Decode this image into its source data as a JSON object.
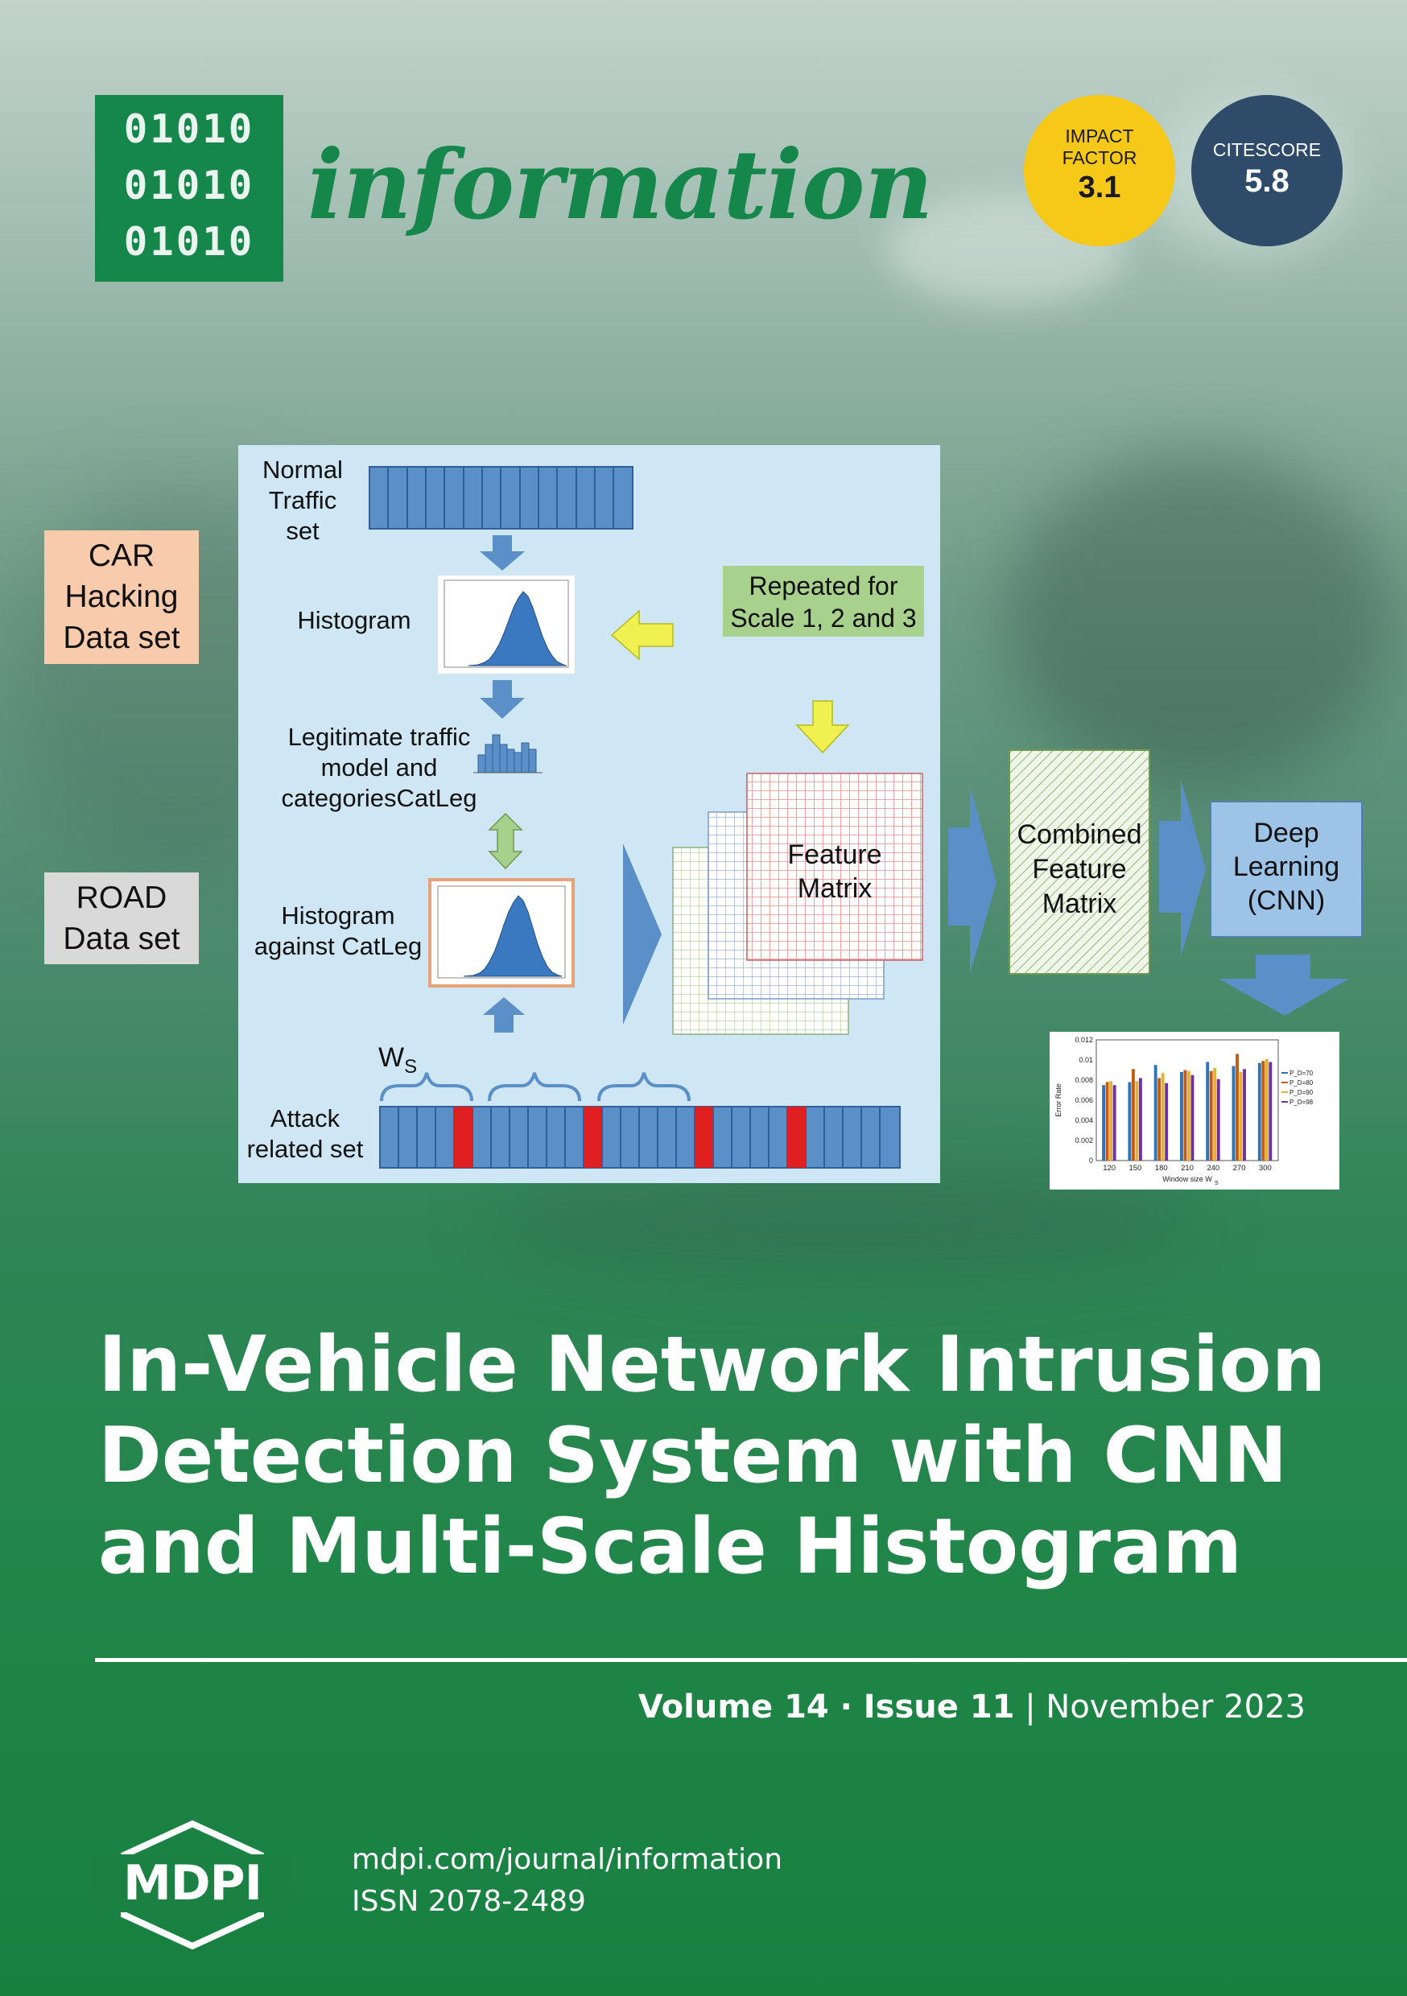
{
  "journal": {
    "logo_bits": [
      "01010",
      "01010",
      "01010"
    ],
    "name": "information"
  },
  "badges": {
    "impact_factor": {
      "label_line1": "IMPACT",
      "label_line2": "FACTOR",
      "value": "3.1",
      "color": "#f6c818"
    },
    "citescore": {
      "label": "CITESCORE",
      "value": "5.8",
      "color": "#2f4b6a"
    }
  },
  "figure": {
    "datasets": {
      "car": [
        "CAR",
        "Hacking",
        "Data set"
      ],
      "road": [
        "ROAD",
        "Data set"
      ]
    },
    "labels": {
      "normal_traffic": [
        "Normal",
        "Traffic",
        "set"
      ],
      "histogram": "Histogram",
      "legit_model": [
        "Legitimate traffic",
        "model and",
        "categoriesCatLeg"
      ],
      "histogram_against": [
        "Histogram",
        "against CatLeg"
      ],
      "ws": "W",
      "ws_sub": "S",
      "attack": [
        "Attack",
        "related set"
      ],
      "repeated": [
        "Repeated  for",
        "Scale 1, 2 and 3"
      ],
      "feature_matrix": [
        "Feature",
        "Matrix"
      ],
      "combined": [
        "Combined",
        "Feature",
        "Matrix"
      ],
      "deep": [
        "Deep",
        "Learning",
        "(CNN)"
      ]
    },
    "colors": {
      "panel": "#cfe7f4",
      "blue_arrow": "#5b8fc7",
      "yellow_arrow": "#f0f050",
      "green_arrow": "#a8d08d",
      "attack_red": "#e02020",
      "car_box": "#f8cbad",
      "road_box": "#d9d9d9",
      "repeated_box": "#a9d18e",
      "deep_box": "#9dc3e6"
    }
  },
  "chart_data": {
    "type": "bar",
    "ylabel": "Error Rate",
    "xlabel": "Window size W",
    "xlabel_sub": "S",
    "y_ticks": [
      "0",
      "0.002",
      "0.004",
      "0.006",
      "0.008",
      "0.01",
      "0.012"
    ],
    "ylim": [
      0,
      0.012
    ],
    "categories": [
      "120",
      "150",
      "180",
      "210",
      "240",
      "270",
      "300"
    ],
    "series": [
      {
        "name": "P_D=70",
        "color": "#2e75b6",
        "values": [
          0.0075,
          0.0078,
          0.0095,
          0.0088,
          0.0098,
          0.0094,
          0.0097
        ]
      },
      {
        "name": "P_D=80",
        "color": "#c55a11",
        "values": [
          0.0078,
          0.0091,
          0.0082,
          0.009,
          0.0089,
          0.0106,
          0.0099
        ]
      },
      {
        "name": "P_D=90",
        "color": "#e0b23a",
        "values": [
          0.0079,
          0.0079,
          0.0087,
          0.0089,
          0.0092,
          0.0088,
          0.0101
        ]
      },
      {
        "name": "P_D=98",
        "color": "#7030a0",
        "values": [
          0.0075,
          0.0082,
          0.0077,
          0.0085,
          0.0081,
          0.0091,
          0.0098
        ]
      }
    ],
    "legend": [
      "P_D=70",
      "P_D=80",
      "P_D=90",
      "P_D=98"
    ]
  },
  "title_lines": [
    "In-Vehicle Network Intrusion",
    "Detection System with CNN",
    "and Multi-Scale Histogram"
  ],
  "issue": {
    "volume": "Volume 14",
    "dot": " · ",
    "issue": "Issue 11",
    "sep": " | ",
    "date": "November 2023"
  },
  "publisher": {
    "name": "MDPI",
    "url": "mdpi.com/journal/information",
    "issn": "ISSN 2078-2489"
  }
}
